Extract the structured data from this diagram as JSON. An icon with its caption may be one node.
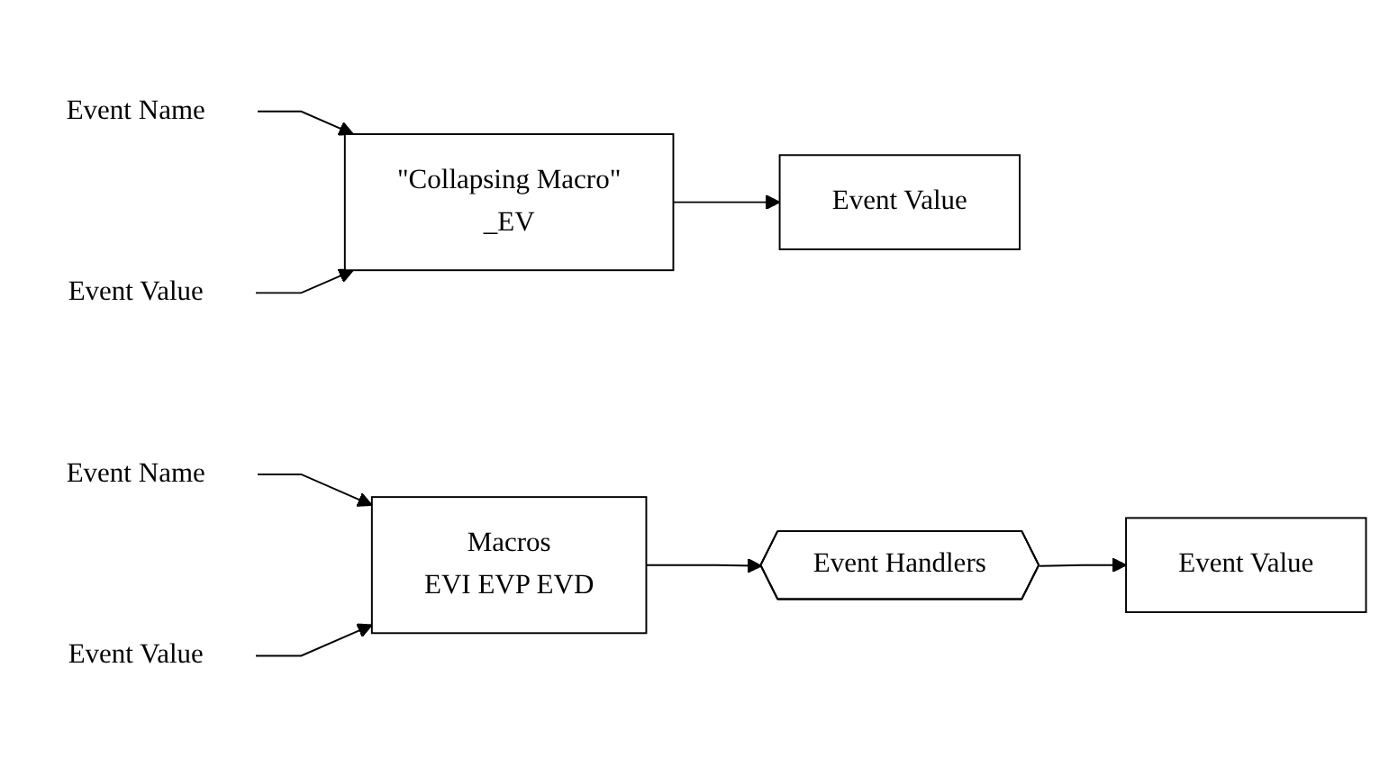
{
  "diagram": {
    "nodes": [
      {
        "text": [
          "Event Name"
        ]
      },
      {
        "text": [
          "Event Value"
        ]
      },
      {
        "text": [
          "\"Collapsing Macro\"",
          "_EV"
        ]
      },
      {
        "text": [
          "Event Value"
        ]
      },
      {
        "text": [
          "Event Name"
        ]
      },
      {
        "text": [
          "Event Value"
        ]
      },
      {
        "text": [
          "Macros",
          "EVI EVP EVD"
        ]
      },
      {
        "text": [
          "Event Handlers"
        ]
      },
      {
        "text": [
          "Event Value"
        ]
      }
    ],
    "edges": [
      {
        "from": 0,
        "to": 2,
        "arrow": "to"
      },
      {
        "from": 1,
        "to": 2,
        "arrow": "to"
      },
      {
        "from": 2,
        "to": 3,
        "arrow": "to"
      },
      {
        "from": 4,
        "to": 6,
        "arrow": "to"
      },
      {
        "from": 5,
        "to": 6,
        "arrow": "to"
      },
      {
        "from": 6,
        "to": 7,
        "arrow": "to"
      },
      {
        "from": 7,
        "to": 8,
        "arrow": "to"
      }
    ]
  }
}
